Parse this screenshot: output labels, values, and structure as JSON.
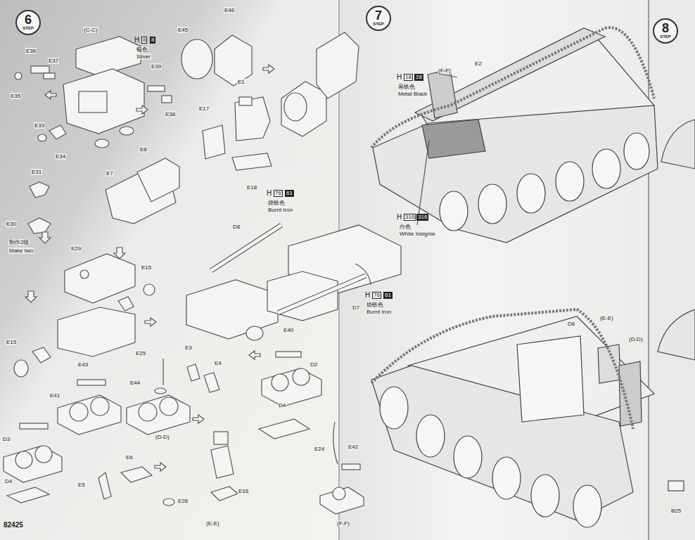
{
  "diagram": {
    "nodes": [
      {
        "text": [
          "6",
          "STEP"
        ]
      },
      {
        "text": [
          "7",
          "STEP"
        ]
      },
      {
        "text": [
          "8",
          "STEP"
        ]
      }
    ],
    "labels": [
      "(C-C)",
      "H",
      "8",
      "8",
      "银色",
      "Silver",
      "E36",
      "E37",
      "E35",
      "E39",
      "E38",
      "E45",
      "E46",
      "E1",
      "E17",
      "E18",
      "E33",
      "E34",
      "E31",
      "E30",
      "制作2组",
      "Make two",
      "E8",
      "E7",
      "E29",
      "E15",
      "E15",
      "E25",
      "E3",
      "E4",
      "E40",
      "E43",
      "E44",
      "E41",
      "D2",
      "D3",
      "D4",
      "D4",
      "(D-D)",
      "E24",
      "E42",
      "E6",
      "E5",
      "E26",
      "E16",
      "(E-E)",
      "(F-F)",
      "D8",
      "H",
      "76",
      "61",
      "烧铁色",
      "Burnt Iron",
      "H",
      "76",
      "61",
      "烧铁色",
      "Burnt Iron",
      "D7",
      "82425",
      "(F-F)",
      "E2",
      "H",
      "18",
      "28",
      "黑铁色",
      "Metal Black",
      "H",
      "316",
      "316",
      "白色",
      "White Insignia",
      "D6",
      "(E-E)",
      "(D-D)",
      "B25"
    ]
  }
}
